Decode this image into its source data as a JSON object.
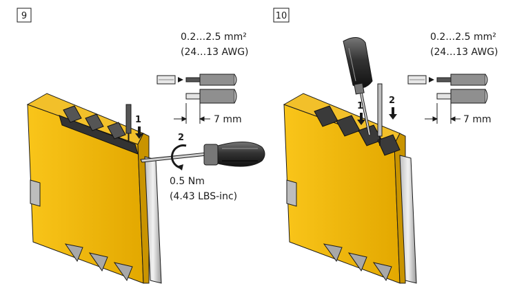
{
  "panels": [
    {
      "number": "9",
      "wire_spec_line1": "0.2…2.5 mm²",
      "wire_spec_line2": "(24…13 AWG)",
      "strip_length": "7 mm",
      "step1": "1",
      "step2": "2",
      "torque_line1": "0.5 Nm",
      "torque_line2": "(4.43 LBS-inc)"
    },
    {
      "number": "10",
      "wire_spec_line1": "0.2…2.5 mm²",
      "wire_spec_line2": "(24…13 AWG)",
      "strip_length": "7 mm",
      "step1": "1",
      "step2": "2"
    }
  ],
  "colors": {
    "housing": "#f5b800",
    "housing_dark": "#c99400",
    "terminal": "#3a3a3a",
    "cover": "#d9d9d9",
    "line": "#1a1a1a"
  }
}
